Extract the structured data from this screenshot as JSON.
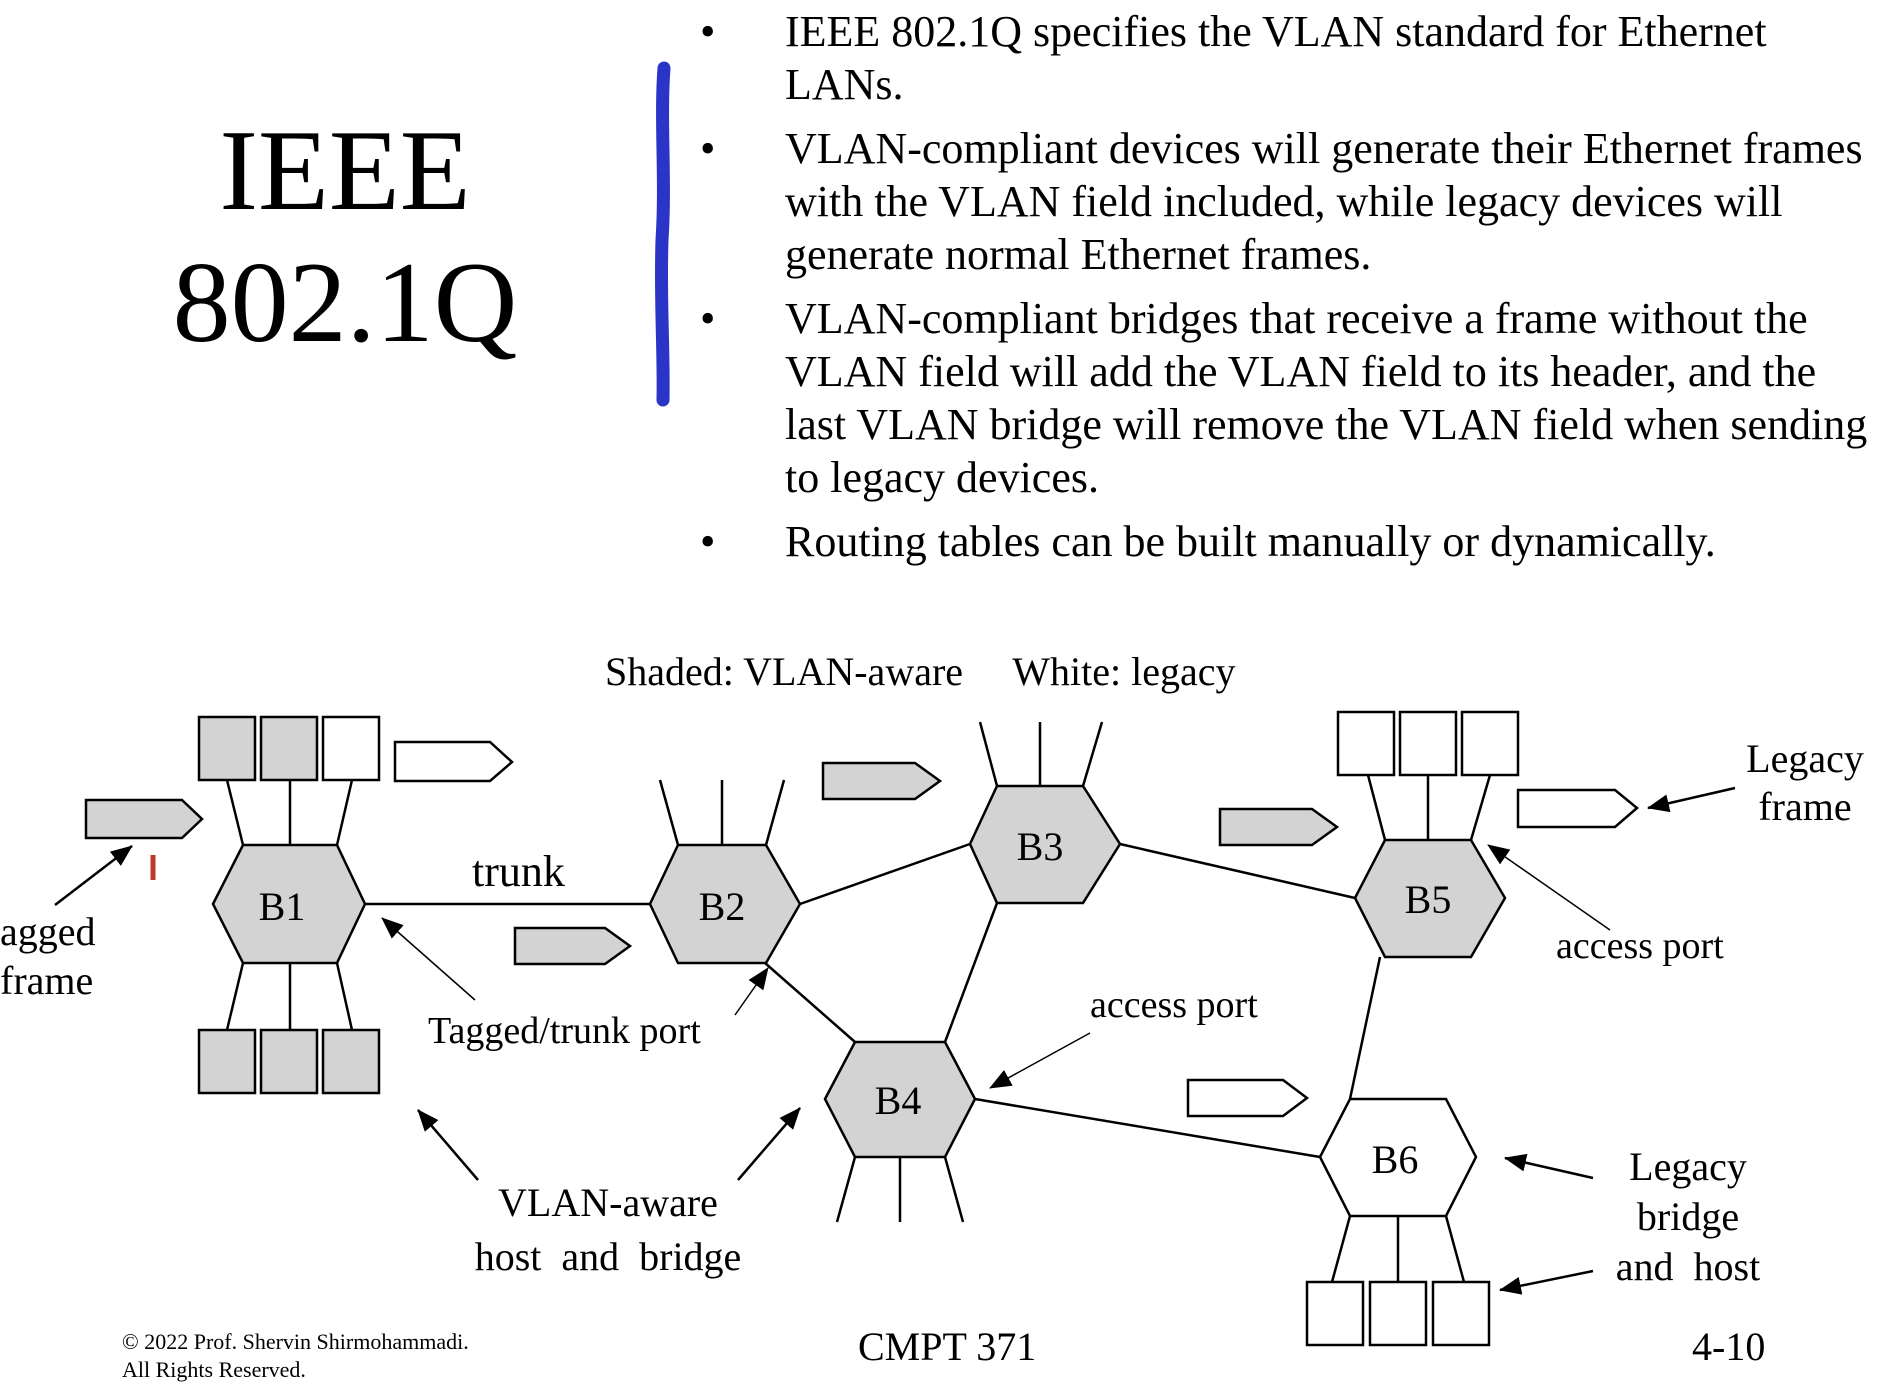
{
  "slide": {
    "title_line1": "IEEE",
    "title_line2": "802.1Q",
    "bullets": [
      "IEEE 802.1Q specifies the VLAN standard for Ethernet LANs.",
      "VLAN-compliant devices will generate their Ethernet frames with the VLAN field included, while legacy devices will generate normal Ethernet frames.",
      "VLAN-compliant bridges that receive a frame without the VLAN field will add the VLAN field to its header, and the last VLAN bridge will remove the VLAN field when sending to legacy devices.",
      "Routing tables can be built manually or dynamically."
    ]
  },
  "diagram": {
    "legend": "Shaded: VLAN-aware     White: legacy",
    "bridges": [
      {
        "id": "b1",
        "label": "B1",
        "type": "vlan-aware"
      },
      {
        "id": "b2",
        "label": "B2",
        "type": "vlan-aware"
      },
      {
        "id": "b3",
        "label": "B3",
        "type": "vlan-aware"
      },
      {
        "id": "b4",
        "label": "B4",
        "type": "vlan-aware"
      },
      {
        "id": "b5",
        "label": "B5",
        "type": "vlan-aware"
      },
      {
        "id": "b6",
        "label": "B6",
        "type": "legacy"
      }
    ],
    "labels": {
      "trunk": "trunk",
      "tagged_trunk_port": "Tagged/trunk port",
      "access_port_b4": "access port",
      "access_port_b5": "access port",
      "tagged_frame_line1": "agged",
      "tagged_frame_line2": "frame",
      "legacy_frame_line1": "Legacy",
      "legacy_frame_line2": "frame",
      "vlan_aware_line1": "VLAN-aware",
      "vlan_aware_line2": "host  and  bridge",
      "legacy_bridge_line1": "Legacy",
      "legacy_bridge_line2": "bridge",
      "legacy_bridge_line3": "and  host"
    },
    "colors": {
      "shaded": "#d3d3d3",
      "legacy": "#ffffff",
      "stroke": "#000000",
      "marker_blue": "#2a35c8",
      "marker_red": "#c0392b"
    }
  },
  "footer": {
    "copyright_line1": "© 2022 Prof. Shervin Shirmohammadi.",
    "copyright_line2": "All Rights Reserved.",
    "course": "CMPT 371",
    "page": "4-10"
  }
}
